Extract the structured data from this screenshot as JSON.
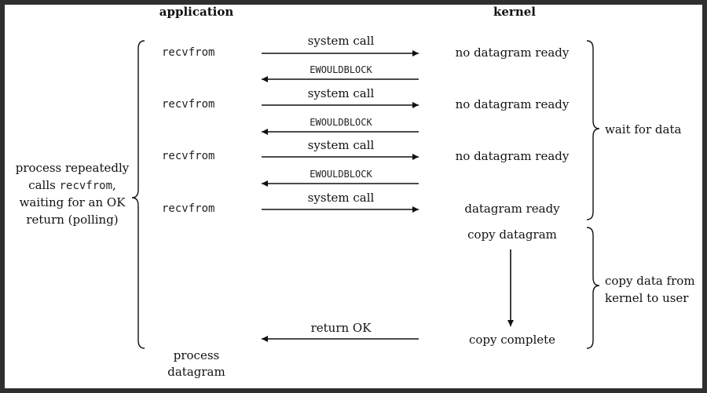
{
  "headers": {
    "application": "application",
    "kernel": "kernel"
  },
  "app_calls": [
    "recvfrom",
    "recvfrom",
    "recvfrom",
    "recvfrom"
  ],
  "messages": {
    "system_call": "system call",
    "ewouldblock": "EWOULDBLOCK",
    "return_ok": "return OK"
  },
  "kernel_states": [
    "no datagram ready",
    "no datagram ready",
    "no datagram ready",
    "datagram ready",
    "copy datagram",
    "copy complete"
  ],
  "left_note": {
    "line1": "process repeatedly",
    "line2_pre": "calls ",
    "line2_code": "recvfrom",
    "line2_post": ",",
    "line3": "waiting for an OK",
    "line4": "return (polling)"
  },
  "right_notes": {
    "wait": "wait for data",
    "copy_line1": "copy data from",
    "copy_line2": "kernel to user"
  },
  "process": {
    "line1": "process",
    "line2": "datagram"
  }
}
